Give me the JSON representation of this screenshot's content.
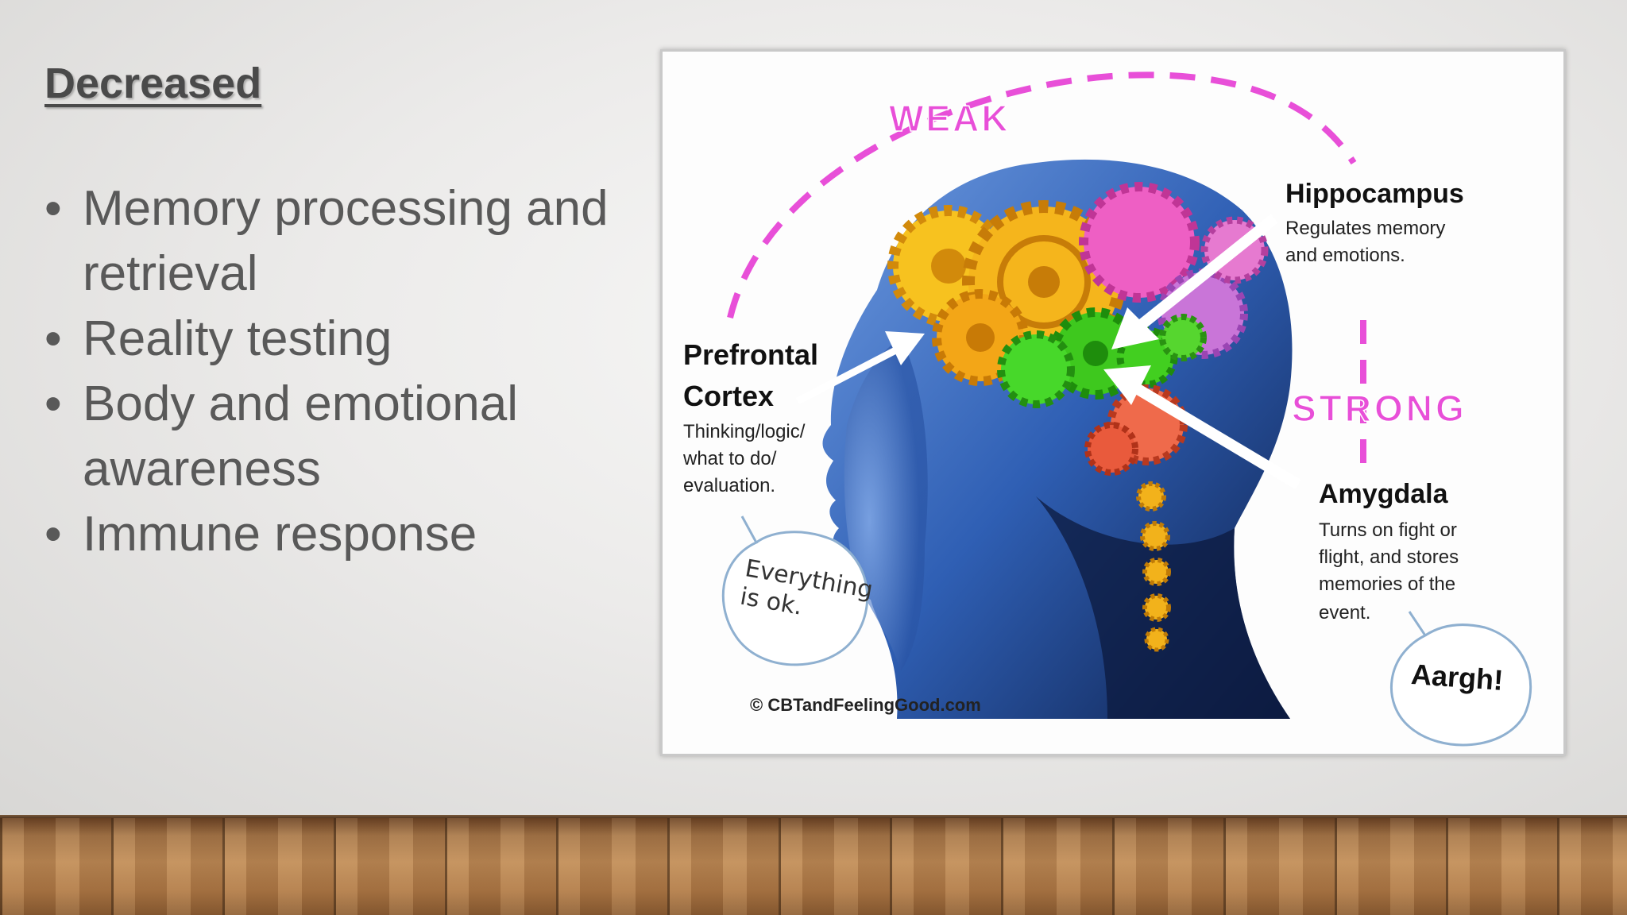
{
  "slide": {
    "heading": "Decreased",
    "bullets": [
      "Memory processing and retrieval",
      "Reality testing",
      "Body and emotional awareness",
      "Immune response"
    ]
  },
  "image": {
    "weak_label": "WEAK",
    "strong_label": "STRONG",
    "prefrontal": {
      "title_line1": "Prefrontal",
      "title_line2": "Cortex",
      "desc": [
        "Thinking/logic/",
        "what to do/",
        "evaluation."
      ]
    },
    "hippocampus": {
      "title": "Hippocampus",
      "desc": [
        "Regulates memory",
        "and emotions."
      ]
    },
    "amygdala": {
      "title": "Amygdala",
      "desc": [
        "Turns on fight or",
        "flight, and stores",
        "memories of the",
        "event."
      ]
    },
    "bubble_calm": [
      "Everything",
      "is ok."
    ],
    "bubble_panic": "Aargh!",
    "copyright": "© CBTandFeelingGood.com",
    "colors": {
      "magenta": "#e84fd8",
      "head_blue": "#2f5fb4",
      "gear_yellow": "#f5b51c",
      "gear_green": "#3ec81e",
      "gear_pink": "#e84bb8"
    }
  }
}
